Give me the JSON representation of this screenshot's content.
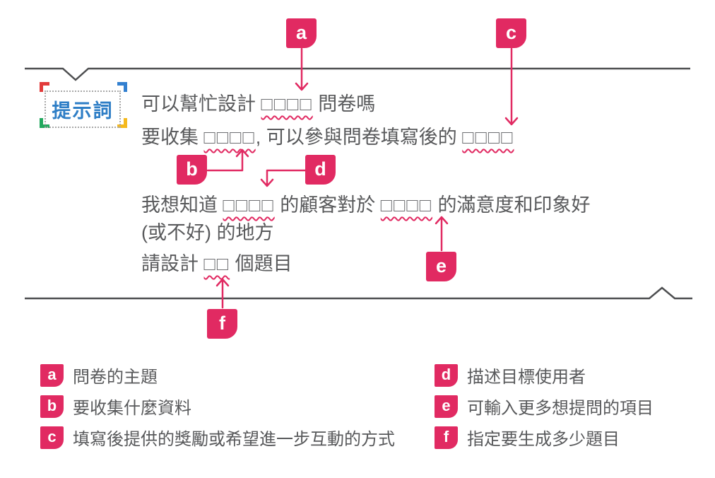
{
  "colors": {
    "accent": "#E12A62",
    "text": "#58595B",
    "divider": "#4D4E50",
    "label_blue": "#2E7EC6",
    "corner_red": "#E23B3B",
    "corner_blue": "#3380D0",
    "corner_green": "#22A95E",
    "corner_yellow": "#F5B91E"
  },
  "label": {
    "text": "提示詞"
  },
  "markers": {
    "a": "a",
    "b": "b",
    "c": "c",
    "d": "d",
    "e": "e",
    "f": "f"
  },
  "prompt": {
    "line1": {
      "pre": "可以幫忙設計 ",
      "blank": "□□□□",
      "post": " 問卷嗎"
    },
    "line2": {
      "pre": "要收集 ",
      "blank1": "□□□□",
      "mid": ", 可以參與問卷填寫後的 ",
      "blank2": "□□□□"
    },
    "line3": {
      "pre": "我想知道 ",
      "blank1": "□□□□",
      "mid": " 的顧客對於 ",
      "blank2": "□□□□",
      "post": " 的滿意度和印象好"
    },
    "line3b": "(或不好) 的地方",
    "line4": {
      "pre": "請設計 ",
      "blank": "□□",
      "post": " 個題目"
    }
  },
  "legend": {
    "left": [
      {
        "id": "a",
        "text": "問卷的主題"
      },
      {
        "id": "b",
        "text": "要收集什麼資料"
      },
      {
        "id": "c",
        "text": "填寫後提供的獎勵或希望進一步互動的方式"
      }
    ],
    "right": [
      {
        "id": "d",
        "text": "描述目標使用者"
      },
      {
        "id": "e",
        "text": "可輸入更多想提問的項目"
      },
      {
        "id": "f",
        "text": "指定要生成多少題目"
      }
    ]
  }
}
